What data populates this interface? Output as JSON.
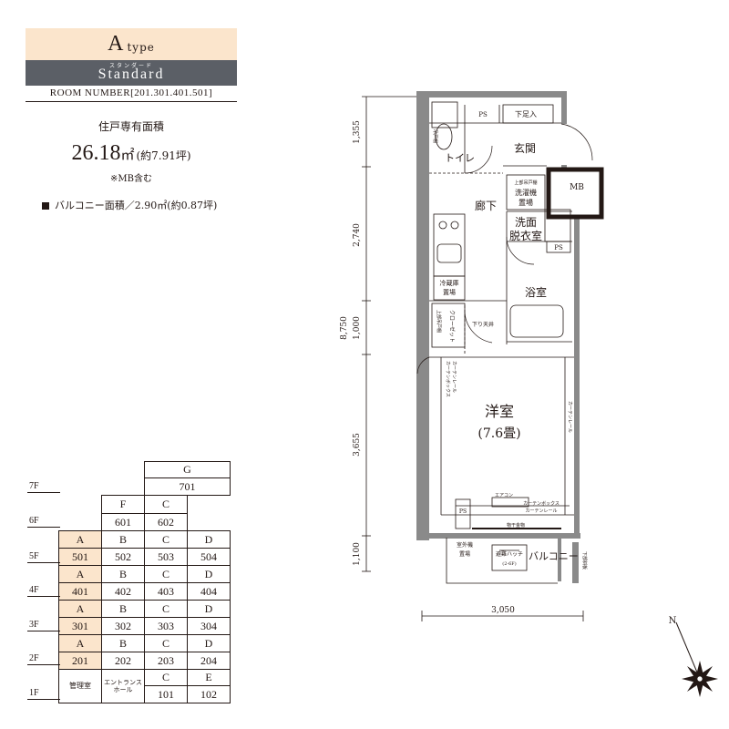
{
  "header": {
    "type_letter": "A",
    "type_word": "type",
    "standard_ruby": "スタンダード",
    "standard_word": "Standard",
    "room_number": "ROOM NUMBER[201.301.401.501]"
  },
  "area": {
    "label": "住戸専有面積",
    "value": "26.18",
    "unit": "㎡",
    "tsubo": "(約7.91坪)",
    "note": "※MB含む"
  },
  "balcony_area": "バルコニー面積／2.90㎡(約0.87坪)",
  "floor_table": {
    "floor_labels": [
      "7F",
      "6F",
      "5F",
      "4F",
      "3F",
      "2F",
      "1F"
    ],
    "rows": [
      [
        {
          "t": "G"
        }
      ],
      [
        {
          "t": "701"
        }
      ],
      [
        {
          "t": "F"
        },
        {
          "t": "C"
        }
      ],
      [
        {
          "t": "601"
        },
        {
          "t": "602"
        }
      ],
      [
        {
          "t": "A",
          "hl": true
        },
        {
          "t": "B"
        },
        {
          "t": "C"
        },
        {
          "t": "D"
        }
      ],
      [
        {
          "t": "501",
          "hl": true
        },
        {
          "t": "502"
        },
        {
          "t": "503"
        },
        {
          "t": "504"
        }
      ],
      [
        {
          "t": "A",
          "hl": true
        },
        {
          "t": "B"
        },
        {
          "t": "C"
        },
        {
          "t": "D"
        }
      ],
      [
        {
          "t": "401",
          "hl": true
        },
        {
          "t": "402"
        },
        {
          "t": "403"
        },
        {
          "t": "404"
        }
      ],
      [
        {
          "t": "A",
          "hl": true
        },
        {
          "t": "B"
        },
        {
          "t": "C"
        },
        {
          "t": "D"
        }
      ],
      [
        {
          "t": "301",
          "hl": true
        },
        {
          "t": "302"
        },
        {
          "t": "303"
        },
        {
          "t": "304"
        }
      ],
      [
        {
          "t": "A",
          "hl": true
        },
        {
          "t": "B"
        },
        {
          "t": "C"
        },
        {
          "t": "D"
        }
      ],
      [
        {
          "t": "201",
          "hl": true
        },
        {
          "t": "202"
        },
        {
          "t": "203"
        },
        {
          "t": "204"
        }
      ],
      [
        {
          "t": "管理室"
        },
        {
          "t": "エントランスホール"
        },
        {
          "t": "C"
        },
        {
          "t": "E"
        }
      ],
      [
        {
          "t": "101"
        },
        {
          "t": "102"
        }
      ]
    ]
  },
  "plan": {
    "dimensions_vertical": [
      "1,355",
      "2,740",
      "1,000",
      "3,655",
      "1,100"
    ],
    "dimension_total": "8,750",
    "dimension_width": "3,050",
    "rooms": {
      "western_room": "洋室",
      "western_size": "(7.6畳)",
      "entrance": "玄関",
      "toilet": "トイレ",
      "corridor": "廊下",
      "washroom_1": "洗面",
      "washroom_2": "脱衣室",
      "bathroom": "浴室",
      "balcony": "バルコニー"
    },
    "labels": {
      "ps": "PS",
      "shoe_box": "下足入",
      "mb": "MB",
      "fridge_1": "冷蔵庫",
      "fridge_2": "置場",
      "closet": "クローゼット",
      "washer_1": "洗濯機",
      "washer_2": "置場",
      "washer_top": "上部吊戸棚",
      "hanging_cabinet": "上部吊戸棚",
      "storage": "吊戸棚",
      "ceiling": "下り天井",
      "curtain_box": "カーテンボックス",
      "curtain_rail": "カーテンレール",
      "aircon": "エアコン",
      "handrail": "物干金物",
      "hatch_1": "避難ハッチ",
      "hatch_2": "(2-6F)",
      "outdoor_unit_1": "室外機",
      "outdoor_unit_2": "置場",
      "lower_ceiling": "下部斜板"
    },
    "compass": "N"
  }
}
